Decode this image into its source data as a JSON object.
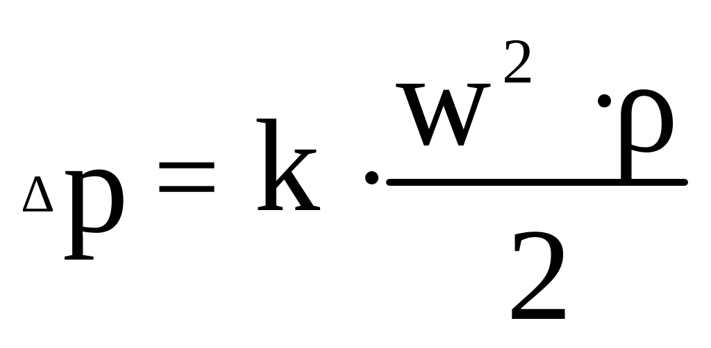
{
  "formula": {
    "delta_symbol": "Δ",
    "lhs_variable": "p",
    "equals_sign": "=",
    "coefficient": "k",
    "numerator_variable": "w",
    "numerator_exponent": "2",
    "density_symbol": "ρ",
    "denominator": "2"
  }
}
